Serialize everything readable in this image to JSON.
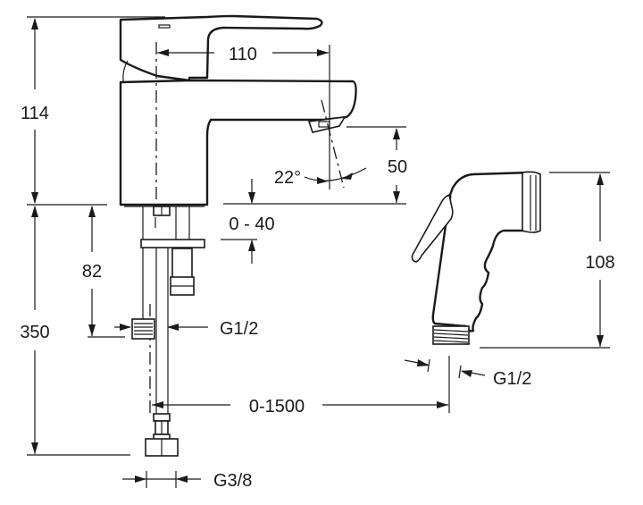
{
  "drawing": {
    "title": "Basin mixer with bidet shower technical drawing",
    "colors": {
      "line": "#1a1a1a",
      "background": "#ffffff"
    },
    "dimensions": {
      "tap_height": "114",
      "spout_reach": "110",
      "spout_angle": "22°",
      "spout_clearance": "50",
      "deck_thickness": "0 - 40",
      "valve_height": "82",
      "hose_length": "350",
      "valve_thread": "G1/2",
      "hose_range": "0-1500",
      "hose_thread": "G3/8",
      "handset_height": "108",
      "handset_thread": "G1/2"
    }
  }
}
